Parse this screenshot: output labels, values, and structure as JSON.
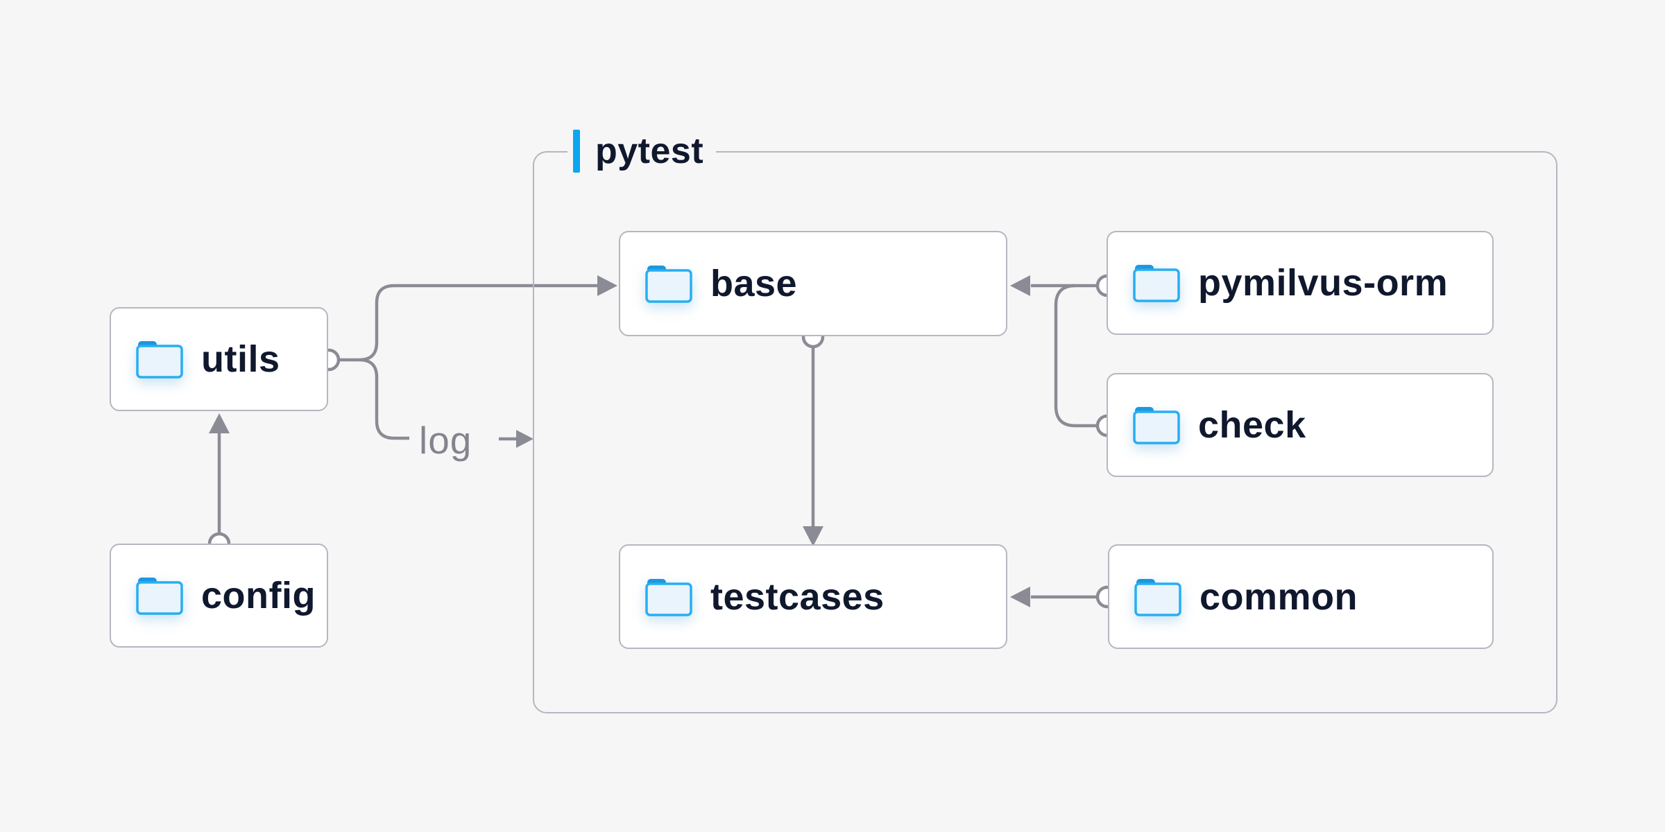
{
  "diagram": {
    "background_color": "#f6f6f7",
    "accent_color": "#0ca6ef",
    "line_color": "#8b8b95",
    "box_border_color": "#b6b6c1",
    "text_color": "#10182e",
    "muted_text_color": "#84848e",
    "folder_icon_color": "#27aef2",
    "group": {
      "label": "pytest"
    },
    "nodes": [
      {
        "id": "utils",
        "label": "utils",
        "icon": "folder-icon",
        "inside_group": false
      },
      {
        "id": "config",
        "label": "config",
        "icon": "folder-icon",
        "inside_group": false
      },
      {
        "id": "base",
        "label": "base",
        "icon": "folder-icon",
        "inside_group": true
      },
      {
        "id": "pymilvus-orm",
        "label": "pymilvus-orm",
        "icon": "folder-icon",
        "inside_group": true
      },
      {
        "id": "check",
        "label": "check",
        "icon": "folder-icon",
        "inside_group": true
      },
      {
        "id": "testcases",
        "label": "testcases",
        "icon": "folder-icon",
        "inside_group": true
      },
      {
        "id": "common",
        "label": "common",
        "icon": "folder-icon",
        "inside_group": true
      }
    ],
    "annotations": {
      "log_label": "log"
    },
    "edges": [
      {
        "from": "config",
        "to": "utils",
        "style": "circle-start-arrow-end"
      },
      {
        "from": "utils",
        "to": "base",
        "style": "circle-start-arrow-end"
      },
      {
        "from": "utils",
        "to": "log",
        "style": "branch-annotation-arrow"
      },
      {
        "from": "pymilvus-orm",
        "to": "base",
        "style": "circle-start-arrow-end"
      },
      {
        "from": "check",
        "to": "base",
        "style": "circle-start-arrow-end"
      },
      {
        "from": "base",
        "to": "testcases",
        "style": "circle-start-arrow-end"
      },
      {
        "from": "common",
        "to": "testcases",
        "style": "circle-start-arrow-end"
      }
    ]
  }
}
